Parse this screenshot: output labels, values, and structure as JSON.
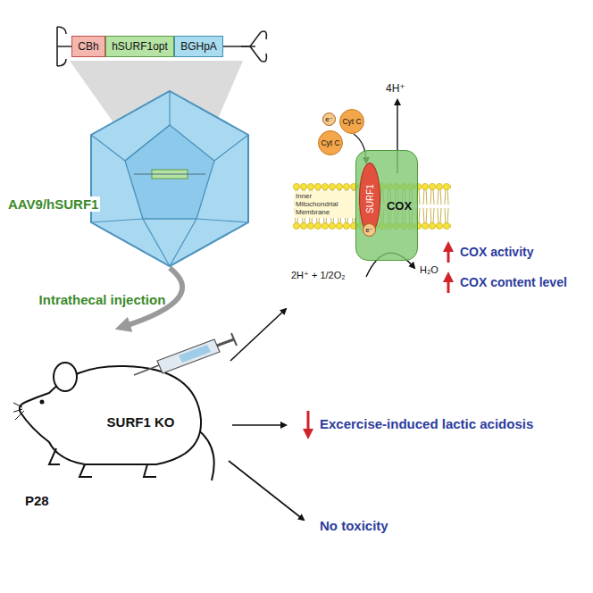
{
  "diagram": {
    "nodes": [
      {
        "text": [
          "CBh"
        ]
      },
      {
        "text": [
          "hSURF1opt"
        ]
      },
      {
        "text": [
          "BGHpA"
        ]
      },
      {
        "text": [
          "AAV9/hSURF1"
        ]
      },
      {
        "text": [
          "Cyt C"
        ]
      },
      {
        "text": [
          "Cyt C"
        ]
      },
      {
        "text": [
          "e⁻"
        ]
      },
      {
        "text": [
          "e⁻"
        ]
      },
      {
        "text": [
          "SURF1"
        ]
      },
      {
        "text": [
          "COX"
        ]
      },
      {
        "text": [
          "SURF1 KO"
        ]
      }
    ],
    "edges": [
      {
        "from": 3,
        "to": 10,
        "label": "Intrathecal injection",
        "arrow": "to"
      }
    ],
    "labels": [
      "P28",
      "4H⁺",
      "Inner Mitochondrial Membrane",
      "2H⁺ + 1/2O₂",
      "H₂O",
      "COX activity",
      "COX content level",
      "Excercise-induced lactic acidosis",
      "No toxicity"
    ]
  }
}
